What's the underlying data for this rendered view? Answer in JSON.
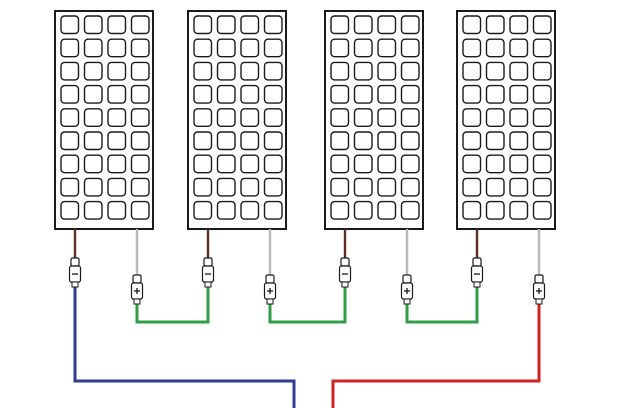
{
  "diagram": {
    "kind": "solar-panel-series-wiring",
    "panel_count": 4,
    "cell_columns": 4,
    "cell_rows": 9,
    "colors": {
      "frame": "#1a1a1a",
      "cell_fill": "#ffffff",
      "negative_lead": "#5a2e22",
      "positive_lead": "#b9b9b9",
      "jumper": "#2f9e48",
      "negative_main": "#2c3e94",
      "positive_main": "#cf2424"
    },
    "connector_symbols": [
      "minus",
      "plus"
    ],
    "jumpers": [
      {
        "from_panel": 1,
        "from": "positive",
        "to_panel": 2,
        "to": "negative"
      },
      {
        "from_panel": 2,
        "from": "positive",
        "to_panel": 3,
        "to": "negative"
      },
      {
        "from_panel": 3,
        "from": "positive",
        "to_panel": 4,
        "to": "negative"
      }
    ],
    "main_leads": [
      {
        "panel": 1,
        "terminal": "negative",
        "color_key": "negative_main"
      },
      {
        "panel": 4,
        "terminal": "positive",
        "color_key": "positive_main"
      }
    ]
  }
}
